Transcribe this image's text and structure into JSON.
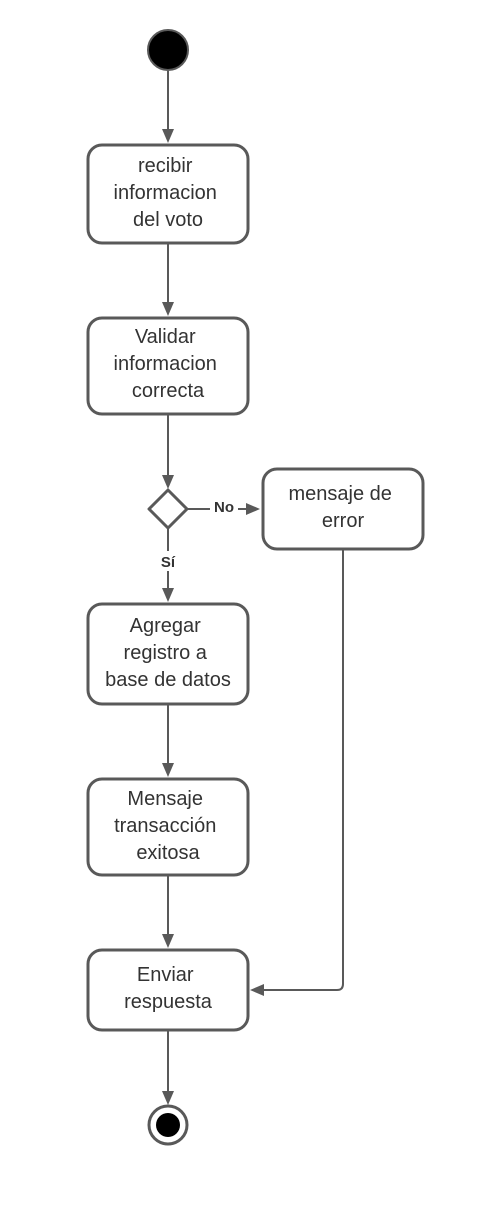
{
  "nodes": {
    "recibir": [
      "recibir",
      "informacion",
      "del voto"
    ],
    "validar": [
      "Validar",
      "informacion",
      "correcta"
    ],
    "error": [
      "mensaje de",
      "error"
    ],
    "agregar": [
      "Agregar",
      "registro a",
      "base de datos"
    ],
    "mensaje_exito": [
      "Mensaje",
      "transacción",
      "exitosa"
    ],
    "enviar": [
      "Enviar",
      "respuesta"
    ]
  },
  "edge_labels": {
    "no": "No",
    "si": "Sí"
  },
  "colors": {
    "stroke": "#595959",
    "fill": "#ffffff",
    "text": "#333333",
    "start": "#000000"
  }
}
